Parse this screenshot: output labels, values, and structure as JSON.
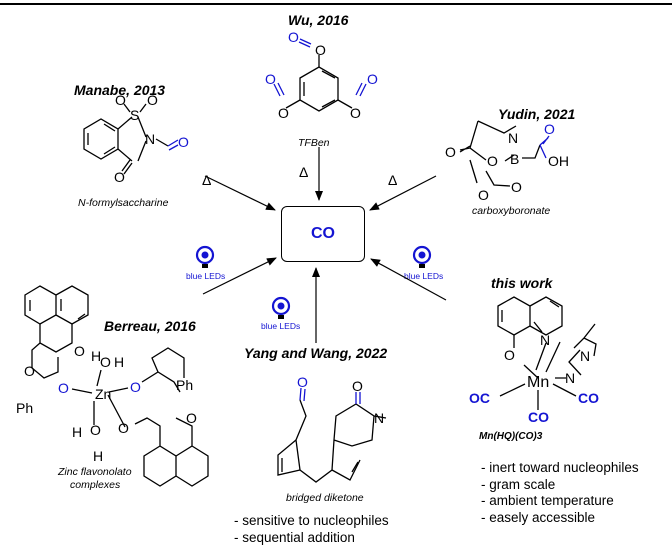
{
  "title": {
    "text": "CO"
  },
  "labels": {
    "manabe": "Manabe, 2013",
    "wu": "Wu, 2016",
    "yudin": "Yudin, 2021",
    "berreau": "Berreau, 2016",
    "yang_wang": "Yang and Wang, 2022",
    "this_work": "this work"
  },
  "captions": {
    "n_formylsaccharine": "N-formylsaccharine",
    "tfben": "TFBen",
    "carboxyboronate": "carboxyboronate",
    "zinc_flavonolato": [
      "Zinc flavonolato",
      "complexes"
    ],
    "bridged_diketone": "bridged diketone",
    "mn_complex": "Mn(HQ)(CO)3"
  },
  "conditions": {
    "delta": "Δ",
    "blue_leds": "blue LEDs"
  },
  "bullets": {
    "yang_wang": [
      "sensitive to nucleophiles",
      "sequential addition"
    ],
    "this_work": [
      "inert toward nucleophiles",
      "gram scale",
      "ambient temperature",
      "easely accessible"
    ]
  },
  "atoms": {
    "S": "S",
    "N": "N",
    "O": "O",
    "B": "B",
    "OH": "OH",
    "H": "H",
    "Zn": "Zn",
    "Ph": "Ph",
    "Mn": "Mn",
    "OC": "OC",
    "CO": "CO"
  },
  "colors": {
    "accent": "#1414d2",
    "line": "#000000"
  },
  "icons": [
    "light-bulb-icon"
  ]
}
